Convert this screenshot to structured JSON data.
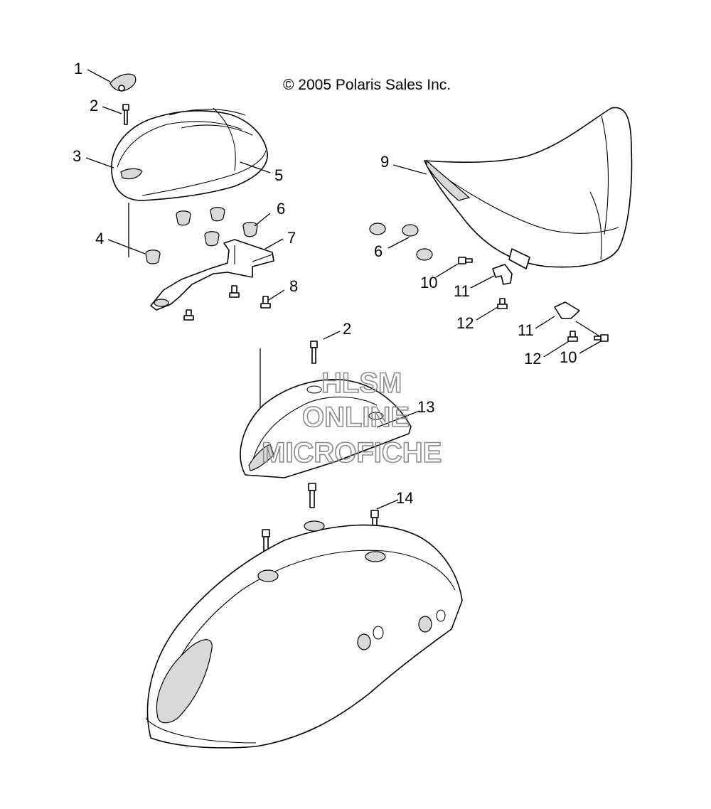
{
  "copyright": "© 2005 Polaris Sales Inc.",
  "watermark": {
    "line1": "HLSM",
    "line2": "ONLINE",
    "line3": "MICROFICHE"
  },
  "callouts": {
    "c1": "1",
    "c2a": "2",
    "c3": "3",
    "c4": "4",
    "c5": "5",
    "c6a": "6",
    "c7": "7",
    "c8": "8",
    "c9": "9",
    "c6b": "6",
    "c10a": "10",
    "c11a": "11",
    "c12a": "12",
    "c11b": "11",
    "c12b": "12",
    "c10b": "10",
    "c2b": "2",
    "c13": "13",
    "c14": "14"
  }
}
